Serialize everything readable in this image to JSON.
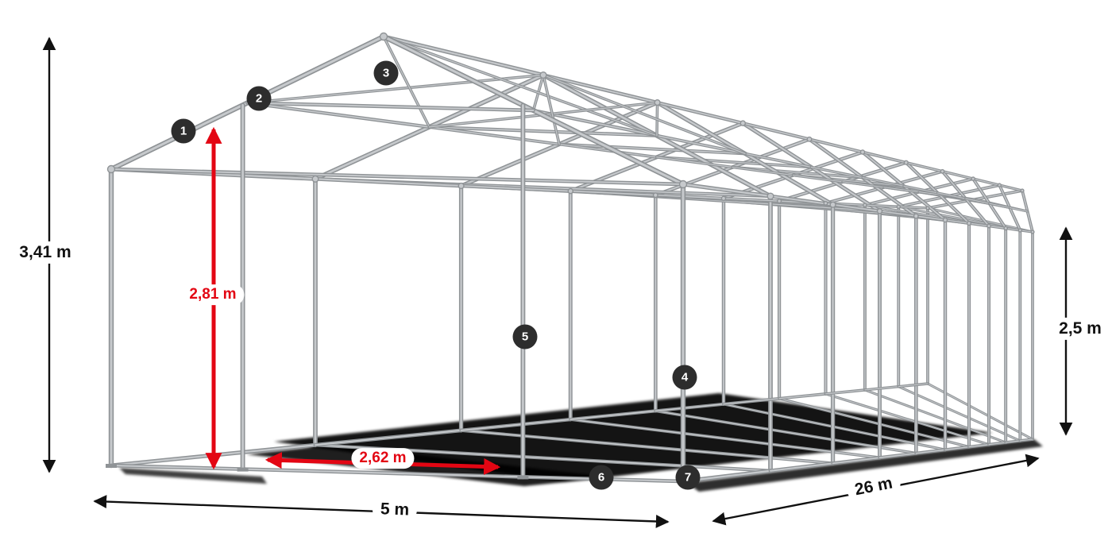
{
  "diagram": {
    "dimensions": {
      "total_height": "3,41 m",
      "clear_height": "2,81 m",
      "bay_spacing": "2,62 m",
      "width": "5 m",
      "length": "26 m",
      "side_height": "2,5 m"
    },
    "badges": [
      "1",
      "2",
      "3",
      "4",
      "5",
      "6",
      "7"
    ],
    "colors": {
      "tube_light": "#c6c9cc",
      "tube_dark": "#8f9396",
      "accent_red": "#e30613",
      "badge_bg": "#2d2d2d",
      "text": "#111111",
      "shadow": "#000000",
      "background": "#ffffff"
    }
  }
}
